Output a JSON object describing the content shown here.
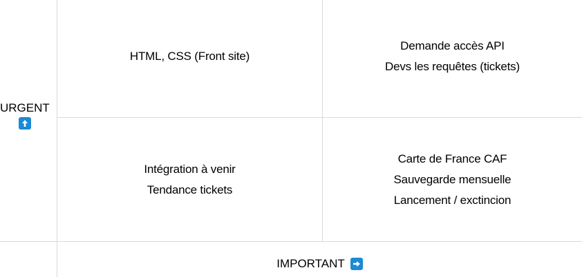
{
  "matrix": {
    "top_left": [
      "HTML, CSS (Front site)"
    ],
    "top_right": [
      "Demande accès API",
      "Devs les requêtes (tickets)"
    ],
    "bottom_left": [
      "Intégration à venir",
      "Tendance tickets"
    ],
    "bottom_right": [
      "Carte de France CAF",
      "Sauvegarde mensuelle",
      "Lancement / exctincion"
    ]
  },
  "axes": {
    "vertical_label": "URGENT",
    "vertical_icon": "arrow-up-icon",
    "horizontal_label": "IMPORTANT",
    "horizontal_icon": "arrow-right-icon"
  },
  "colors": {
    "grid_line": "#d9d9d9",
    "icon_bg": "#1c8ad6",
    "text": "#000000"
  }
}
